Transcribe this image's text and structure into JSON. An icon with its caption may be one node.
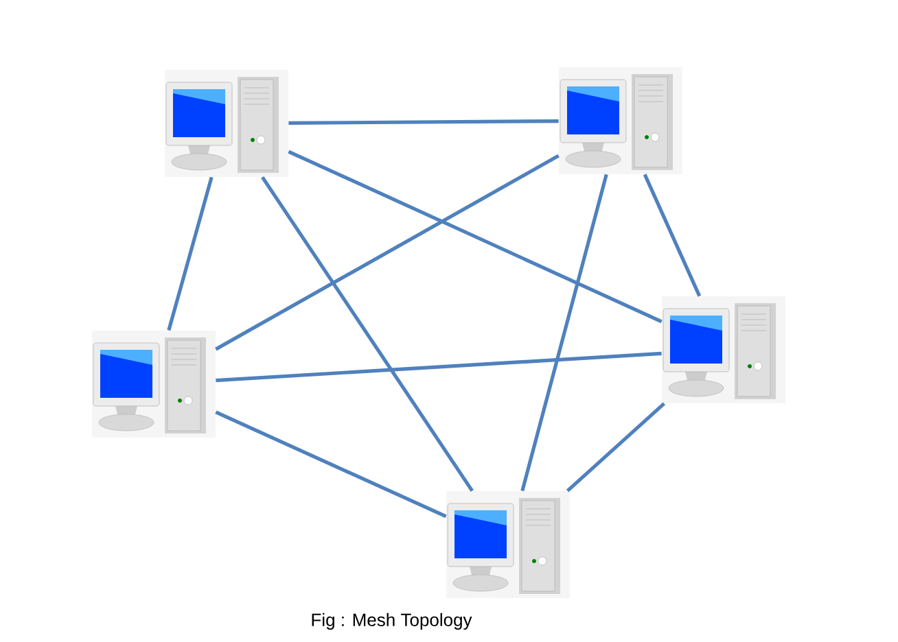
{
  "diagram": {
    "caption": "Fig : Mesh Topology",
    "nodes": [
      {
        "text": [],
        "shape": "picture"
      },
      {
        "text": [],
        "shape": "picture"
      },
      {
        "text": [],
        "shape": "picture"
      },
      {
        "text": [],
        "shape": "picture"
      },
      {
        "text": [],
        "shape": "picture"
      }
    ],
    "edges": [
      {
        "from": 0,
        "to": 1,
        "arrow": "none"
      },
      {
        "from": 0,
        "to": 2,
        "arrow": "none"
      },
      {
        "from": 0,
        "to": 3,
        "arrow": "none"
      },
      {
        "from": 0,
        "to": 4,
        "arrow": "none"
      },
      {
        "from": 1,
        "to": 2,
        "arrow": "none"
      },
      {
        "from": 1,
        "to": 3,
        "arrow": "none"
      },
      {
        "from": 1,
        "to": 4,
        "arrow": "none"
      },
      {
        "from": 2,
        "to": 3,
        "arrow": "none"
      },
      {
        "from": 2,
        "to": 4,
        "arrow": "none"
      },
      {
        "from": 3,
        "to": 4,
        "arrow": "none"
      }
    ]
  }
}
